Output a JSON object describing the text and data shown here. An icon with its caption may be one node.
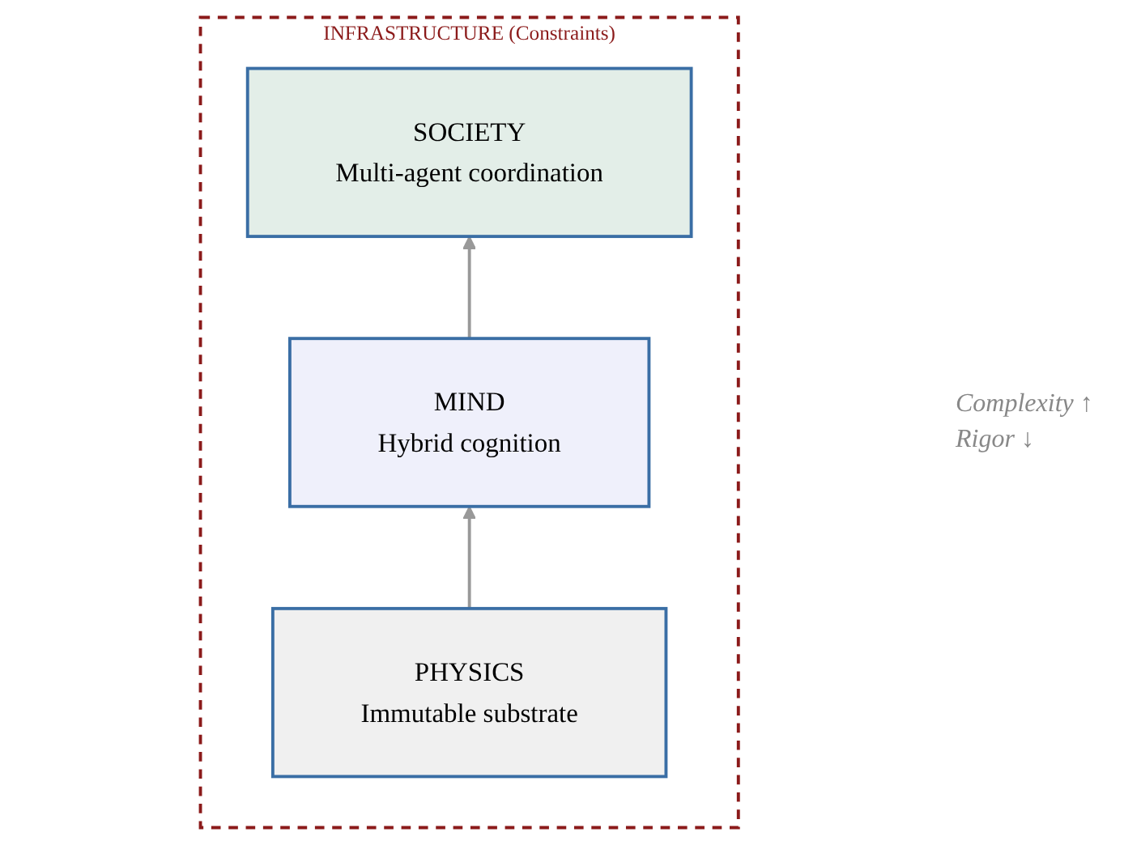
{
  "diagram": {
    "nodes": [
      {
        "text": [
          "INFRASTRUCTURE (Constraints)"
        ]
      },
      {
        "text": [
          "SOCIETY",
          "Multi-agent coordination"
        ],
        "in": 0
      },
      {
        "text": [
          "MIND",
          "Hybrid cognition"
        ],
        "in": 0
      },
      {
        "text": [
          "PHYSICS",
          "Immutable substrate"
        ],
        "in": 0
      }
    ],
    "edges": [
      {
        "from": 3,
        "to": 2,
        "arrow": "to"
      },
      {
        "from": 2,
        "to": 1,
        "arrow": "to"
      }
    ],
    "labels": [
      "Complexity ↑",
      "Rigor ↓"
    ]
  }
}
